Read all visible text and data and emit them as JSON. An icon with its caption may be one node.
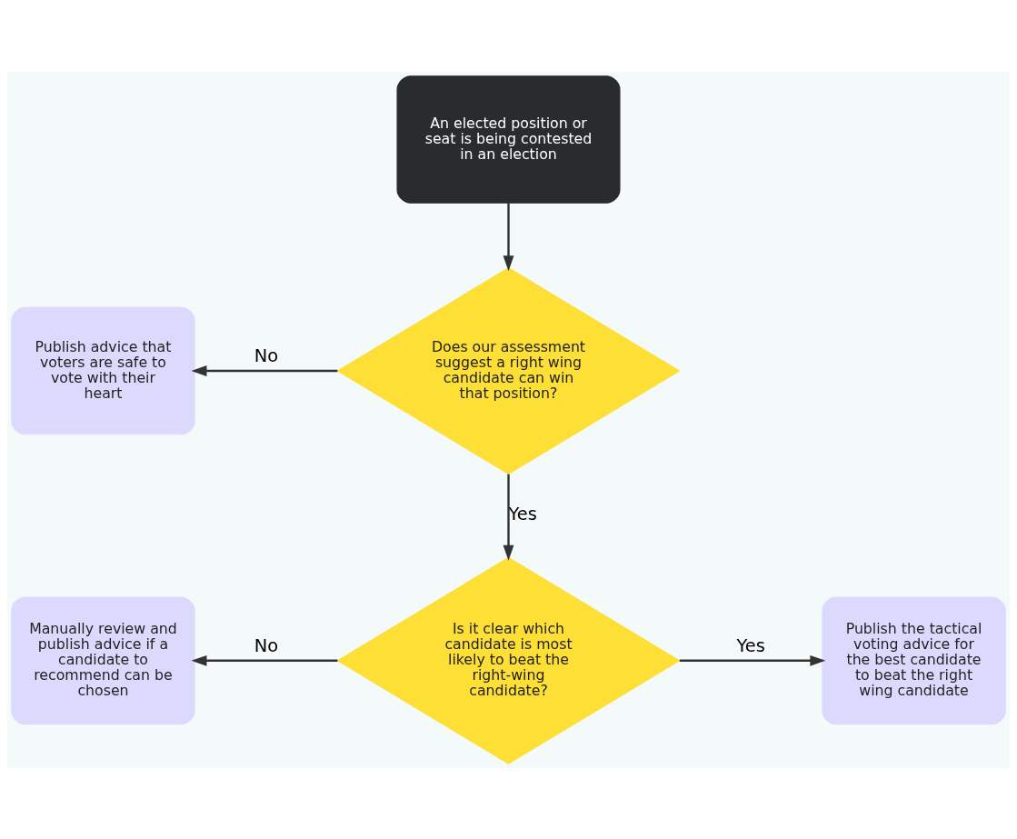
{
  "diagram": {
    "nodes": [
      {
        "text": [
          "An elected position or seat is being contested in an election"
        ]
      },
      {
        "text": [
          "Does our assessment suggest a right wing candidate can win that position?"
        ]
      },
      {
        "text": [
          "Publish advice that voters are safe to vote with their heart"
        ]
      },
      {
        "text": [
          "Is it clear which candidate is most likely to beat the right-wing candidate?"
        ]
      },
      {
        "text": [
          "Manually review and publish advice if a candidate to recommend can be chosen"
        ]
      },
      {
        "text": [
          "Publish the tactical voting advice for the best candidate to beat the right wing candidate"
        ]
      }
    ],
    "edges": [
      {
        "from": 0,
        "to": 1,
        "arrow": "to"
      },
      {
        "from": 1,
        "to": 2,
        "label": "No",
        "arrow": "to"
      },
      {
        "from": 1,
        "to": 3,
        "label": "Yes",
        "arrow": "to"
      },
      {
        "from": 3,
        "to": 4,
        "label": "No",
        "arrow": "to"
      },
      {
        "from": 3,
        "to": 5,
        "label": "Yes",
        "arrow": "to"
      }
    ]
  }
}
